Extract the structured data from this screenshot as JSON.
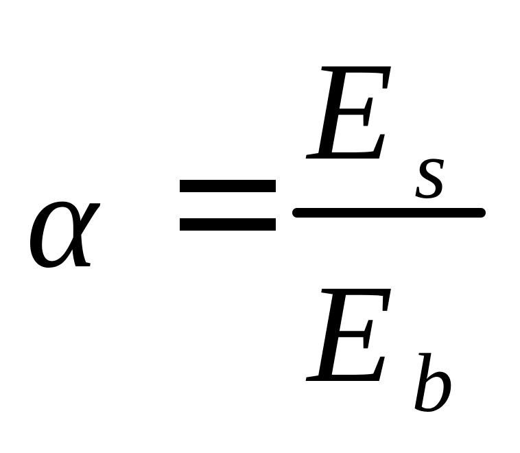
{
  "formula": {
    "lhs": "α",
    "numerator": {
      "base": "E",
      "subscript": "s"
    },
    "denominator": {
      "base": "E",
      "subscript": "b"
    }
  }
}
